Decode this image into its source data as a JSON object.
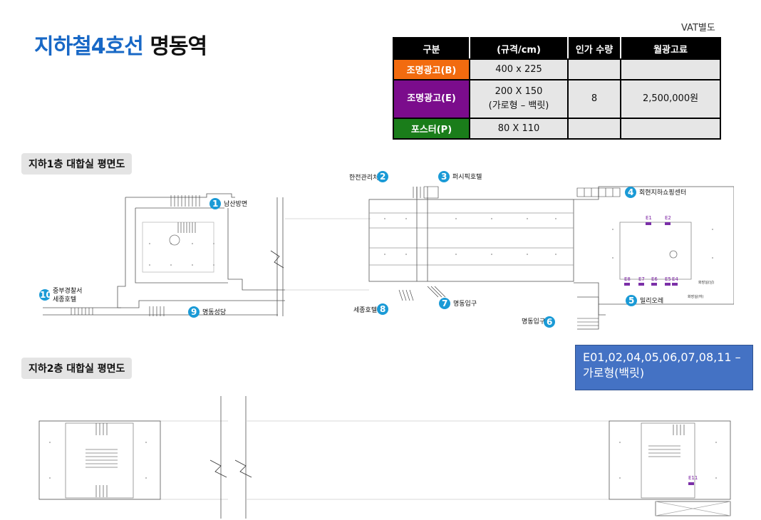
{
  "title": {
    "line_blue": "지하철4호선",
    "line_black": "명동역"
  },
  "vat_note": "VAT별도",
  "price_table": {
    "headers": [
      "구분",
      "(규격/cm)",
      "인가 수량",
      "월광고료"
    ],
    "rows": [
      {
        "category": "조명광고(B)",
        "color": "#f26b0f",
        "size": "400 x 225",
        "qty": "",
        "fee": ""
      },
      {
        "category": "조명광고(E)",
        "color": "#7b0c8c",
        "size_line1": "200 X 150",
        "size_line2": "(가로형 – 백릿)",
        "qty": "8",
        "fee": "2,500,000원"
      },
      {
        "category": "포스터(P)",
        "color": "#1a7d1a",
        "size": "80 X 110",
        "qty": "",
        "fee": ""
      }
    ]
  },
  "sections": {
    "b1": "지하1층 대합실 평면도",
    "b2": "지하2층 대합실 평면도"
  },
  "markers": [
    {
      "num": "1",
      "label": "남산방면"
    },
    {
      "num": "2",
      "label": "한전관리처"
    },
    {
      "num": "3",
      "label": "퍼시픽호텔"
    },
    {
      "num": "4",
      "label": "회현지하쇼핑센터"
    },
    {
      "num": "5",
      "label": "밀리오레"
    },
    {
      "num": "6",
      "label": "명동입구"
    },
    {
      "num": "7",
      "label": "명동입구"
    },
    {
      "num": "8",
      "label": "세종호텔"
    },
    {
      "num": "9",
      "label": "명동성당"
    },
    {
      "num": "10",
      "label_line1": "중부경찰서",
      "label_line2": "세종호텔"
    }
  ],
  "ad_spots_b1": [
    "E1",
    "E2",
    "E8",
    "E7",
    "E6",
    "E5",
    "E4"
  ],
  "ad_spots_b2": [
    "E11"
  ],
  "room_label": "화장실(여)",
  "room_label2": "화장실(남)",
  "note": {
    "line1": "E01,02,04,05,06,07,08,11 –",
    "line2": "가로형(백릿)"
  },
  "colors": {
    "accent_blue": "#1868c6",
    "marker": "#1a9ad6",
    "ad_purple": "#7b2fa8"
  }
}
